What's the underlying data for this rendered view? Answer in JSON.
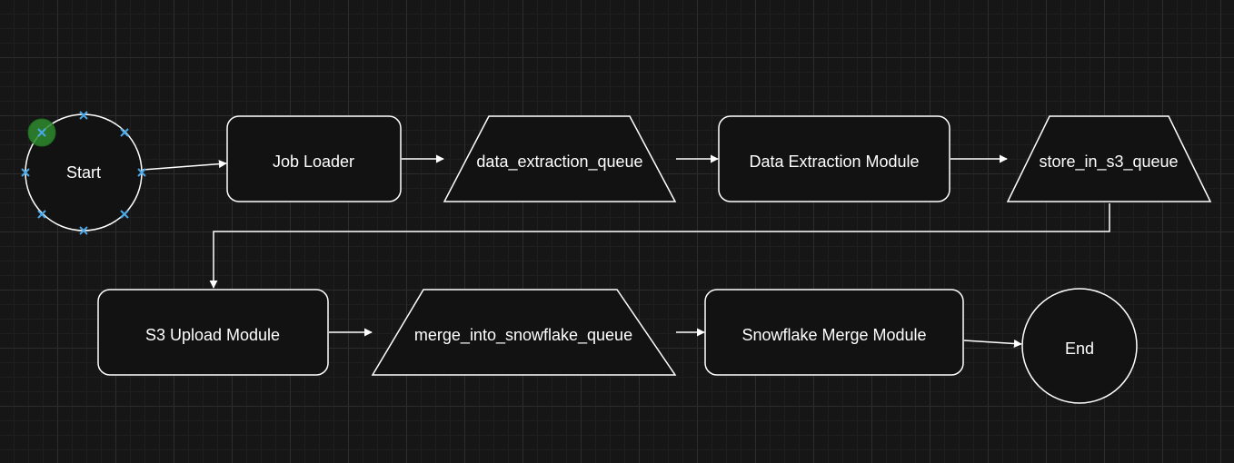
{
  "diagram": {
    "nodes": {
      "start": {
        "label": "Start",
        "shape": "circle"
      },
      "job_loader": {
        "label": "Job Loader",
        "shape": "rounded-rect"
      },
      "data_extraction_queue": {
        "label": "data_extraction_queue",
        "shape": "trapezoid"
      },
      "data_extraction_module": {
        "label": "Data Extraction Module",
        "shape": "rounded-rect"
      },
      "store_in_s3_queue": {
        "label": "store_in_s3_queue",
        "shape": "trapezoid"
      },
      "s3_upload_module": {
        "label": "S3 Upload Module",
        "shape": "rounded-rect"
      },
      "merge_into_snowflake_queue": {
        "label": "merge_into_snowflake_queue",
        "shape": "trapezoid"
      },
      "snowflake_merge_module": {
        "label": "Snowflake Merge Module",
        "shape": "rounded-rect"
      },
      "end": {
        "label": "End",
        "shape": "circle"
      }
    },
    "edges": [
      [
        "start",
        "job_loader"
      ],
      [
        "job_loader",
        "data_extraction_queue"
      ],
      [
        "data_extraction_queue",
        "data_extraction_module"
      ],
      [
        "data_extraction_module",
        "store_in_s3_queue"
      ],
      [
        "store_in_s3_queue",
        "s3_upload_module"
      ],
      [
        "s3_upload_module",
        "merge_into_snowflake_queue"
      ],
      [
        "merge_into_snowflake_queue",
        "snowflake_merge_module"
      ],
      [
        "snowflake_merge_module",
        "end"
      ]
    ],
    "selected_node": "start",
    "colors": {
      "background": "#161616",
      "stroke": "#ffffff",
      "selection_handle": "#4aa8e8",
      "rotate_handle": "#2e8b2e"
    }
  }
}
